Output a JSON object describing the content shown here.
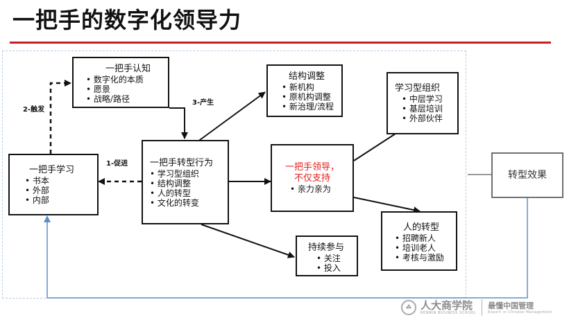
{
  "title": "一把手的数字化领导力",
  "boxes": {
    "learning": {
      "title": "一把手学习",
      "items": [
        "书本",
        "外部",
        "内部"
      ]
    },
    "cognition": {
      "title": "一把手认知",
      "items": [
        "数字化的本质",
        "愿景",
        "战略/路径"
      ]
    },
    "behavior": {
      "title": "一把手转型行为",
      "items": [
        "学习型组织",
        "结构调整",
        "人的转型",
        "文化的转变"
      ]
    },
    "structure": {
      "title": "结构调整",
      "items": [
        "新机构",
        "原机构调整",
        "新治理/流程"
      ]
    },
    "leadership": {
      "title_line1": "一把手领导，",
      "title_line2": "不仅支持",
      "items": [
        "亲力亲为"
      ]
    },
    "learning_org": {
      "title": "学习型组织",
      "items": [
        "中层学习",
        "基层培训",
        "外部伙伴"
      ]
    },
    "people": {
      "title": "人的转型",
      "items": [
        "招聘新人",
        "培训老人",
        "考核与激励"
      ]
    },
    "participation": {
      "title": "持续参与",
      "items": [
        "关注",
        "投入"
      ]
    },
    "effect": {
      "title": "转型效果"
    }
  },
  "edge_labels": {
    "trigger": "2-触发",
    "produce": "3-产生",
    "promote": "1-促进"
  },
  "logo": {
    "name_cn": "人大商学院",
    "name_en": "RENMIN BUSINESS SCHOOL",
    "slogan_cn": "最懂中国管理",
    "slogan_en": "Expert in Chinese Management"
  },
  "colors": {
    "title_rule": "#c81d25",
    "highlight": "#e0201c",
    "feedback_line": "#5b8fc9"
  }
}
